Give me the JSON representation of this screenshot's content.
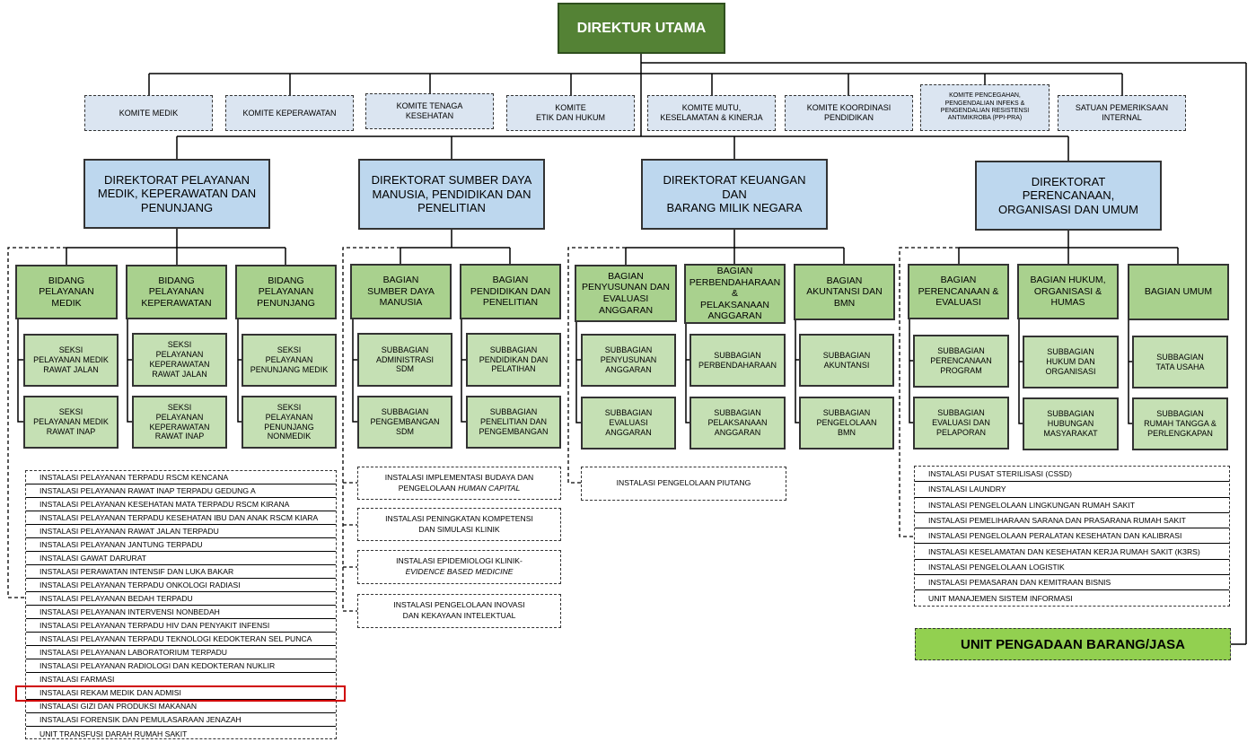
{
  "top": "DIREKTUR UTAMA",
  "komite": [
    "KOMITE MEDIK",
    "KOMITE KEPERAWATAN",
    "KOMITE TENAGA\nKESEHATAN",
    "KOMITE\nETIK DAN HUKUM",
    "KOMITE MUTU,\nKESELAMATAN & KINERJA",
    "KOMITE KOORDINASI\nPENDIDIKAN",
    "KOMITE PENCEGAHAN,\nPENGENDALIAN INFEKS &\nPENGENDALIAN RESISTENSI\nANTIMIKROBA (PPI-PRA)",
    "SATUAN PEMERIKSAAN INTERNAL"
  ],
  "direktorat": [
    "DIREKTORAT PELAYANAN\nMEDIK, KEPERAWATAN DAN\nPENUNJANG",
    "DIREKTORAT SUMBER DAYA\nMANUSIA, PENDIDIKAN DAN\nPENELITIAN",
    "DIREKTORAT KEUANGAN\nDAN\nBARANG MILIK NEGARA",
    "DIREKTORAT PERENCANAAN,\nORGANISASI DAN UMUM"
  ],
  "bidang": [
    "BIDANG\nPELAYANAN\nMEDIK",
    "BIDANG\nPELAYANAN\nKEPERAWATAN",
    "BIDANG\nPELAYANAN\nPENUNJANG",
    "BAGIAN\nSUMBER DAYA\nMANUSIA",
    "BAGIAN\nPENDIDIKAN DAN\nPENELITIAN",
    "BAGIAN\nPENYUSUNAN DAN\nEVALUASI ANGGARAN",
    "BAGIAN\nPERBENDAHARAAN &\nPELAKSANAAN\nANGGARAN",
    "BAGIAN\nAKUNTANSI DAN\nBMN",
    "BAGIAN\nPERENCANAAN &\nEVALUASI",
    "BAGIAN HUKUM,\nORGANISASI &\nHUMAS",
    "BAGIAN UMUM"
  ],
  "seksi": [
    "SEKSI\nPELAYANAN MEDIK\nRAWAT JALAN",
    "SEKSI\nPELAYANAN MEDIK\nRAWAT INAP",
    "SEKSI\nPELAYANAN\nKEPERAWATAN\nRAWAT JALAN",
    "SEKSI\nPELAYANAN\nKEPERAWATAN\nRAWAT INAP",
    "SEKSI\nPELAYANAN\nPENUNJANG MEDIK",
    "SEKSI\nPELAYANAN\nPENUNJANG\nNONMEDIK",
    "SUBBAGIAN\nADMINISTRASI\nSDM",
    "SUBBAGIAN\nPENGEMBANGAN\nSDM",
    "SUBBAGIAN\nPENDIDIKAN DAN\nPELATIHAN",
    "SUBBAGIAN\nPENELITIAN DAN\nPENGEMBANGAN",
    "SUBBAGIAN\nPENYUSUNAN\nANGGARAN",
    "SUBBAGIAN\nEVALUASI\nANGGARAN",
    "SUBBAGIAN\nPERBENDAHARAAN",
    "SUBBAGIAN\nPELAKSANAAN\nANGGARAN",
    "SUBBAGIAN\nAKUNTANSI",
    "SUBBAGIAN\nPENGELOLAAN\nBMN",
    "SUBBAGIAN\nPERENCANAAN\nPROGRAM",
    "SUBBAGIAN\nEVALUASI DAN\nPELAPORAN",
    "SUBBAGIAN\nHUKUM DAN\nORGANISASI",
    "SUBBAGIAN\nHUBUNGAN\nMASYARAKAT",
    "SUBBAGIAN\nTATA USAHA",
    "SUBBAGIAN\nRUMAH TANGGA &\nPERLENGKAPAN"
  ],
  "instalasi_pelayanan": [
    "INSTALASI PELAYANAN TERPADU RSCM KENCANA",
    "INSTALASI PELAYANAN RAWAT INAP TERPADU GEDUNG A",
    "INSTALASI PELAYANAN KESEHATAN MATA TERPADU RSCM KIRANA",
    "INSTALASI PELAYANAN TERPADU KESEHATAN IBU DAN ANAK RSCM KIARA",
    "INSTALASI PELAYANAN RAWAT JALAN TERPADU",
    "INSTALASI PELAYANAN JANTUNG TERPADU",
    "INSTALASI GAWAT DARURAT",
    "INSTALASI PERAWATAN INTENSIF DAN LUKA BAKAR",
    "INSTALASI PELAYANAN TERPADU ONKOLOGI RADIASI",
    "INSTALASI PELAYANAN BEDAH TERPADU",
    "INSTALASI PELAYANAN INTERVENSI NONBEDAH",
    "INSTALASI PELAYANAN TERPADU HIV DAN PENYAKIT INFENSI",
    "INSTALASI PELAYANAN TERPADU TEKNOLOGI KEDOKTERAN SEL PUNCA",
    "INSTALASI PELAYANAN LABORATORIUM TERPADU",
    "INSTALASI PELAYANAN RADIOLOGI DAN KEDOKTERAN NUKLIR",
    "INSTALASI FARMASI",
    "INSTALASI REKAM MEDIK DAN ADMISI",
    "INSTALASI GIZI DAN PRODUKSI MAKANAN",
    "INSTALASI FORENSIK DAN PEMULASARAAN JENAZAH",
    "UNIT TRANSFUSI DARAH RUMAH SAKIT"
  ],
  "instalasi_sdm": [
    {
      "a": "INSTALASI IMPLEMENTASI BUDAYA DAN",
      "b": "PENGELOLAAN ",
      "i": "HUMAN CAPITAL"
    },
    {
      "a": "INSTALASI PENINGKATAN KOMPETENSI",
      "b": "DAN SIMULASI KLINIK",
      "i": ""
    },
    {
      "a": "INSTALASI EPIDEMIOLOGI KLINIK-",
      "b": "",
      "i": "EVIDENCE BASED MEDICINE"
    },
    {
      "a": "INSTALASI PENGELOLAAN INOVASI",
      "b": "DAN KEKAYAAN INTELEKTUAL",
      "i": ""
    }
  ],
  "instalasi_keuangan": "INSTALASI PENGELOLAAN PIUTANG",
  "instalasi_umum": [
    "INSTALASI PUSAT STERILISASI (CSSD)",
    "INSTALASI LAUNDRY",
    "INSTALASI PENGELOLAAN LINGKUNGAN RUMAH SAKIT",
    "INSTALASI PEMELIHARAAN SARANA DAN PRASARANA RUMAH SAKIT",
    "INSTALASI PENGELOLAAN PERALATAN KESEHATAN DAN KALIBRASI",
    "INSTALASI KESELAMATAN DAN KESEHATAN KERJA RUMAH SAKIT (K3RS)",
    "INSTALASI PENGELOLAAN LOGISTIK",
    "INSTALASI PEMASARAN DAN KEMITRAAN BISNIS",
    "UNIT MANAJEMEN SISTEM INFORMASI"
  ],
  "unit_pbj": "UNIT PENGADAAN BARANG/JASA",
  "colors": {
    "top": "#548235",
    "komite": "#dbe5f1",
    "direktorat": "#bdd7ee",
    "bidang": "#a9d18e",
    "seksi": "#c5e0b4",
    "unit_pbj": "#92d050",
    "highlight": "#d00000"
  }
}
